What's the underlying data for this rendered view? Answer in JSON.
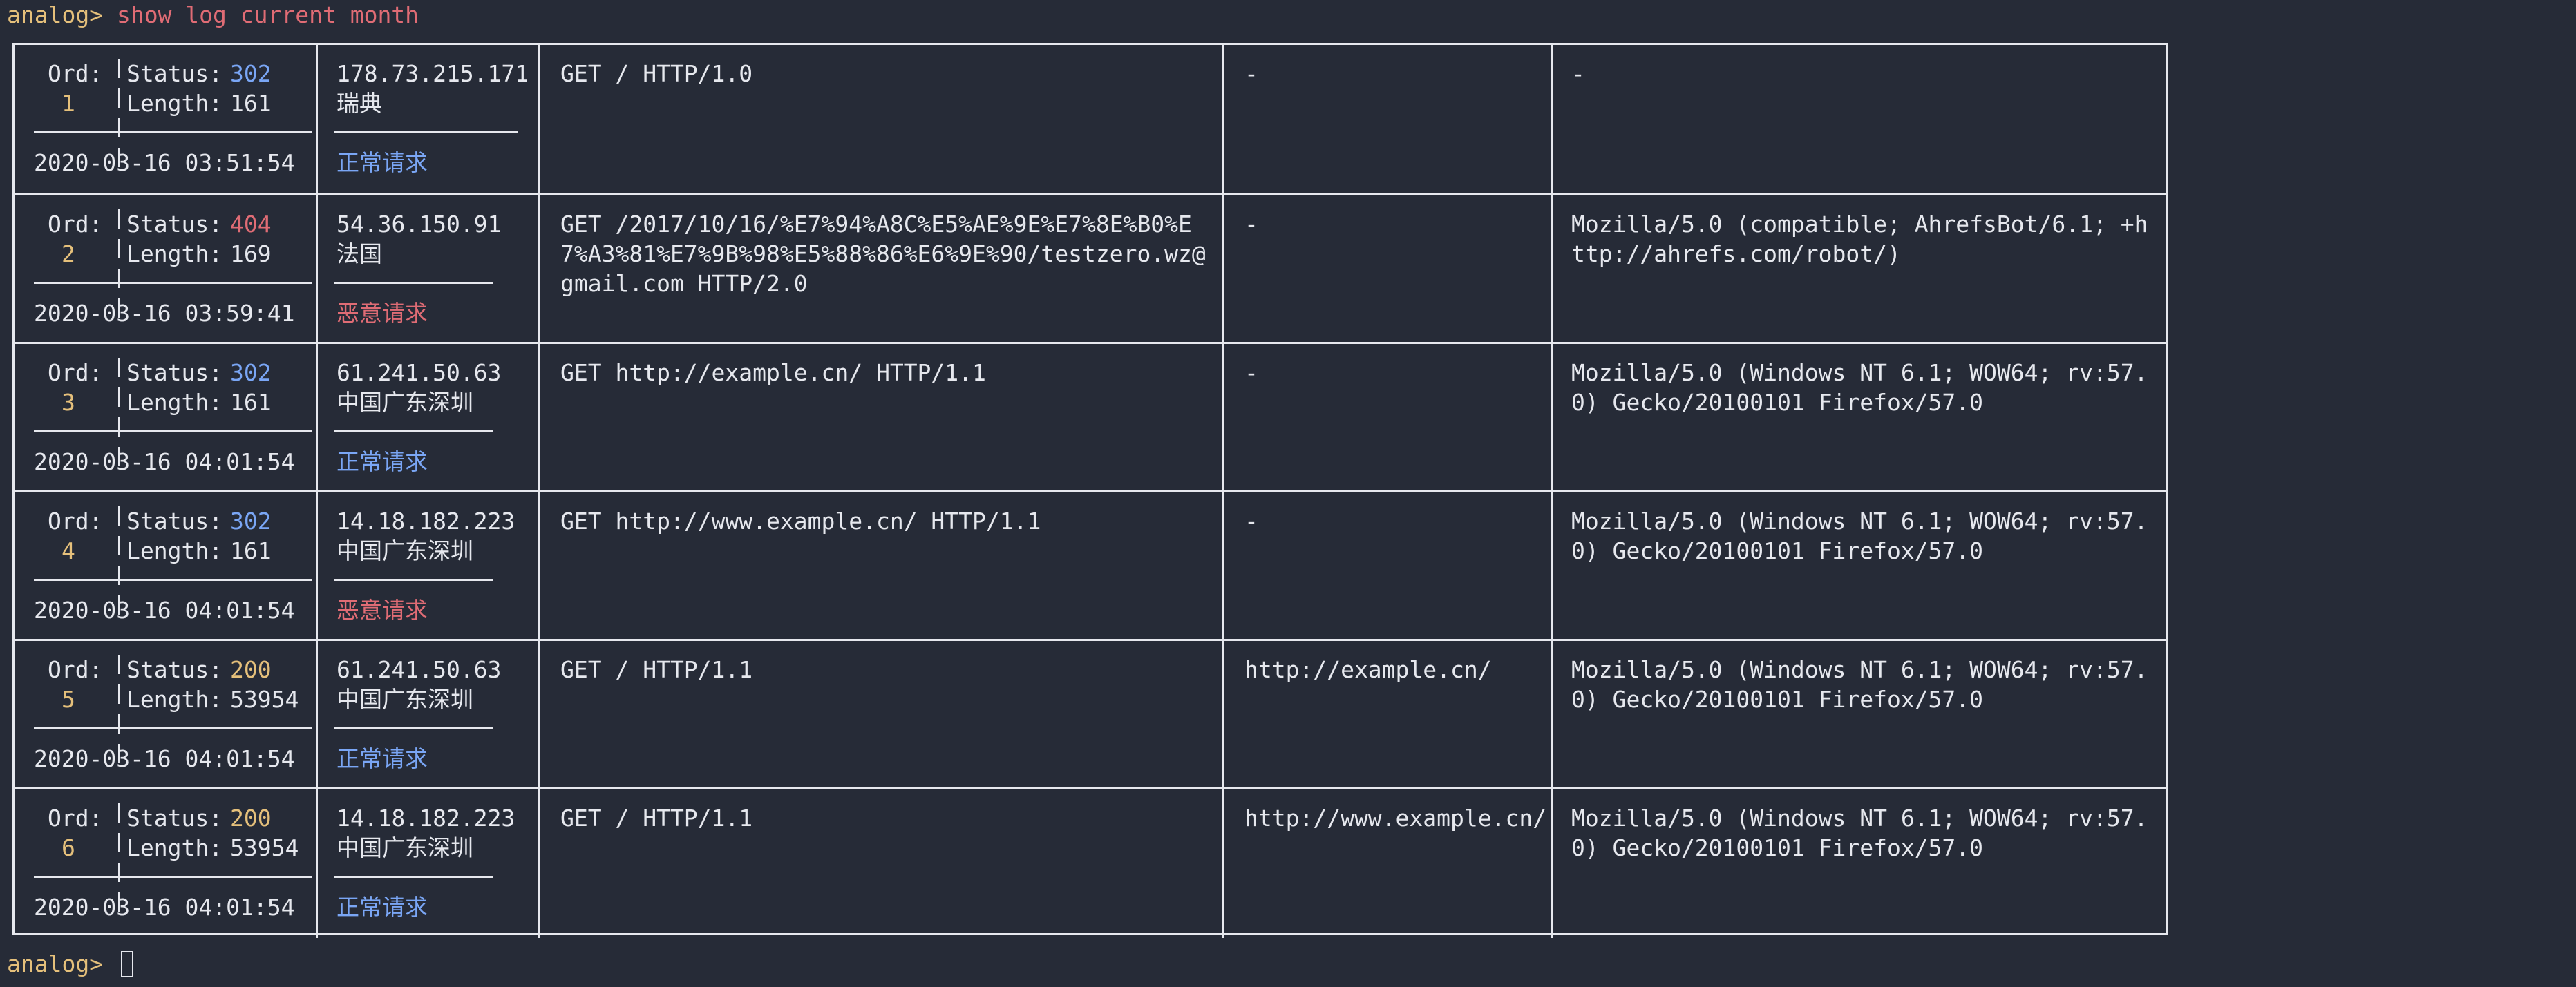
{
  "terminal": {
    "prompt": "analog>",
    "command": "show log current month"
  },
  "labels": {
    "ord": "Ord:",
    "status": "Status:",
    "length": "Length:"
  },
  "entries": [
    {
      "ord": "1",
      "status": "302",
      "length": "161",
      "time": "2020-03-16 03:51:54",
      "ip": "178.73.215.171",
      "location": "瑞典",
      "tag": "正常请求",
      "request": "GET / HTTP/1.0",
      "referer": "-",
      "agent": "-"
    },
    {
      "ord": "2",
      "status": "404",
      "length": "169",
      "time": "2020-03-16 03:59:41",
      "ip": "54.36.150.91",
      "location": "法国",
      "tag": "恶意请求",
      "request": "GET /2017/10/16/%E7%94%A8C%E5%AE%9E%E7%8E%B0%E7%A3%81%E7%9B%98%E5%88%86%E6%9E%90/testzero.wz@gmail.com HTTP/2.0",
      "referer": "-",
      "agent": "Mozilla/5.0 (compatible; AhrefsBot/6.1; +http://ahrefs.com/robot/)"
    },
    {
      "ord": "3",
      "status": "302",
      "length": "161",
      "time": "2020-03-16 04:01:54",
      "ip": "61.241.50.63",
      "location": "中国广东深圳",
      "tag": "正常请求",
      "request": "GET http://example.cn/ HTTP/1.1",
      "referer": "-",
      "agent": "Mozilla/5.0 (Windows NT 6.1; WOW64; rv:57.0) Gecko/20100101 Firefox/57.0"
    },
    {
      "ord": "4",
      "status": "302",
      "length": "161",
      "time": "2020-03-16 04:01:54",
      "ip": "14.18.182.223",
      "location": "中国广东深圳",
      "tag": "恶意请求",
      "request": "GET http://www.example.cn/ HTTP/1.1",
      "referer": "-",
      "agent": "Mozilla/5.0 (Windows NT 6.1; WOW64; rv:57.0) Gecko/20100101 Firefox/57.0"
    },
    {
      "ord": "5",
      "status": "200",
      "length": "53954",
      "time": "2020-03-16 04:01:54",
      "ip": "61.241.50.63",
      "location": "中国广东深圳",
      "tag": "正常请求",
      "request": "GET / HTTP/1.1",
      "referer": "http://example.cn/",
      "agent": "Mozilla/5.0 (Windows NT 6.1; WOW64; rv:57.0) Gecko/20100101 Firefox/57.0"
    },
    {
      "ord": "6",
      "status": "200",
      "length": "53954",
      "time": "2020-03-16 04:01:54",
      "ip": "14.18.182.223",
      "location": "中国广东深圳",
      "tag": "正常请求",
      "request": "GET / HTTP/1.1",
      "referer": "http://www.example.cn/",
      "agent": "Mozilla/5.0 (Windows NT 6.1; WOW64; rv:57.0) Gecko/20100101 Firefox/57.0"
    }
  ],
  "colors": {
    "background": "#262b37",
    "text": "#e6e8ee",
    "prompt": "#e5c07b",
    "command": "#e06c75",
    "status_302": "#7aa6f5",
    "status_404": "#e06c75",
    "status_200": "#e5c07b",
    "tag_normal": "#7aa6f5",
    "tag_malicious": "#e06c75"
  }
}
